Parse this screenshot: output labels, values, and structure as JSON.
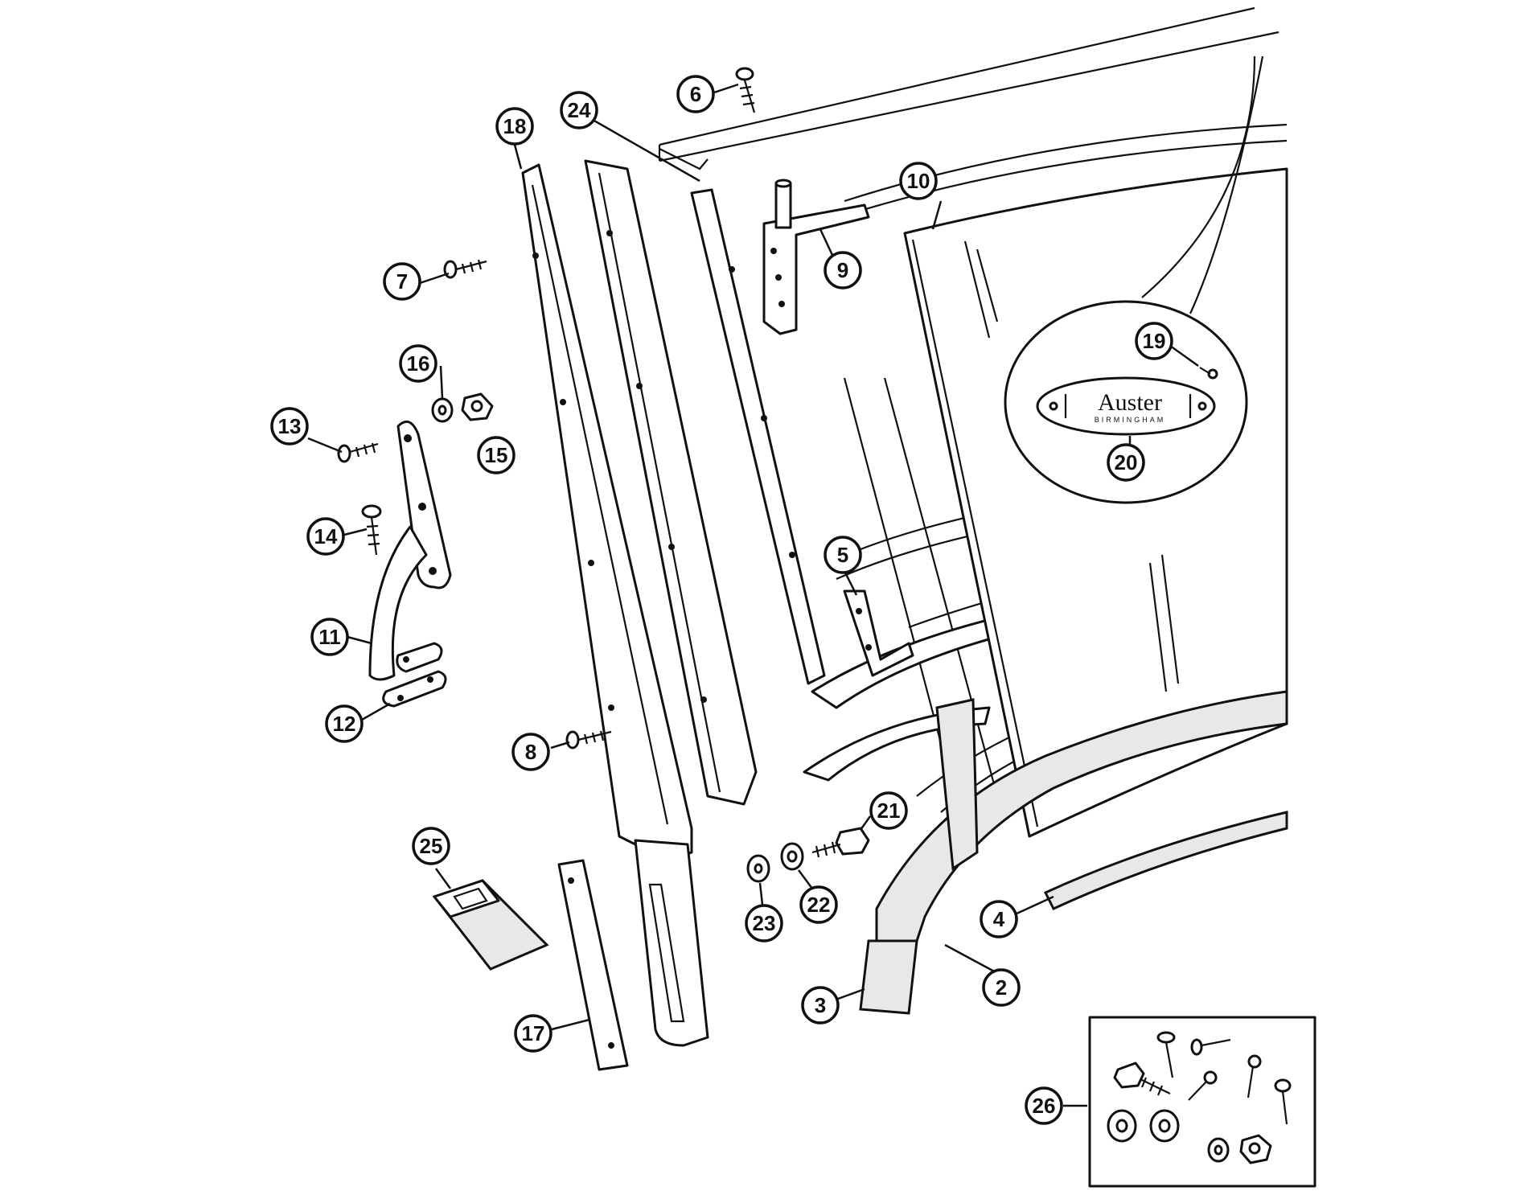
{
  "diagram": {
    "callouts": [
      {
        "id": "c2",
        "label": "2"
      },
      {
        "id": "c3",
        "label": "3"
      },
      {
        "id": "c4",
        "label": "4"
      },
      {
        "id": "c5",
        "label": "5"
      },
      {
        "id": "c6",
        "label": "6"
      },
      {
        "id": "c7",
        "label": "7"
      },
      {
        "id": "c8",
        "label": "8"
      },
      {
        "id": "c9",
        "label": "9"
      },
      {
        "id": "c10",
        "label": "10"
      },
      {
        "id": "c11",
        "label": "11"
      },
      {
        "id": "c12",
        "label": "12"
      },
      {
        "id": "c13",
        "label": "13"
      },
      {
        "id": "c14",
        "label": "14"
      },
      {
        "id": "c15",
        "label": "15"
      },
      {
        "id": "c16",
        "label": "16"
      },
      {
        "id": "c17",
        "label": "17"
      },
      {
        "id": "c18",
        "label": "18"
      },
      {
        "id": "c19",
        "label": "19"
      },
      {
        "id": "c20",
        "label": "20"
      },
      {
        "id": "c21",
        "label": "21"
      },
      {
        "id": "c22",
        "label": "22"
      },
      {
        "id": "c23",
        "label": "23"
      },
      {
        "id": "c24",
        "label": "24"
      },
      {
        "id": "c25",
        "label": "25"
      },
      {
        "id": "c26",
        "label": "26"
      }
    ],
    "badge": {
      "brand": "Auster",
      "subtitle": "BIRMINGHAM"
    }
  }
}
